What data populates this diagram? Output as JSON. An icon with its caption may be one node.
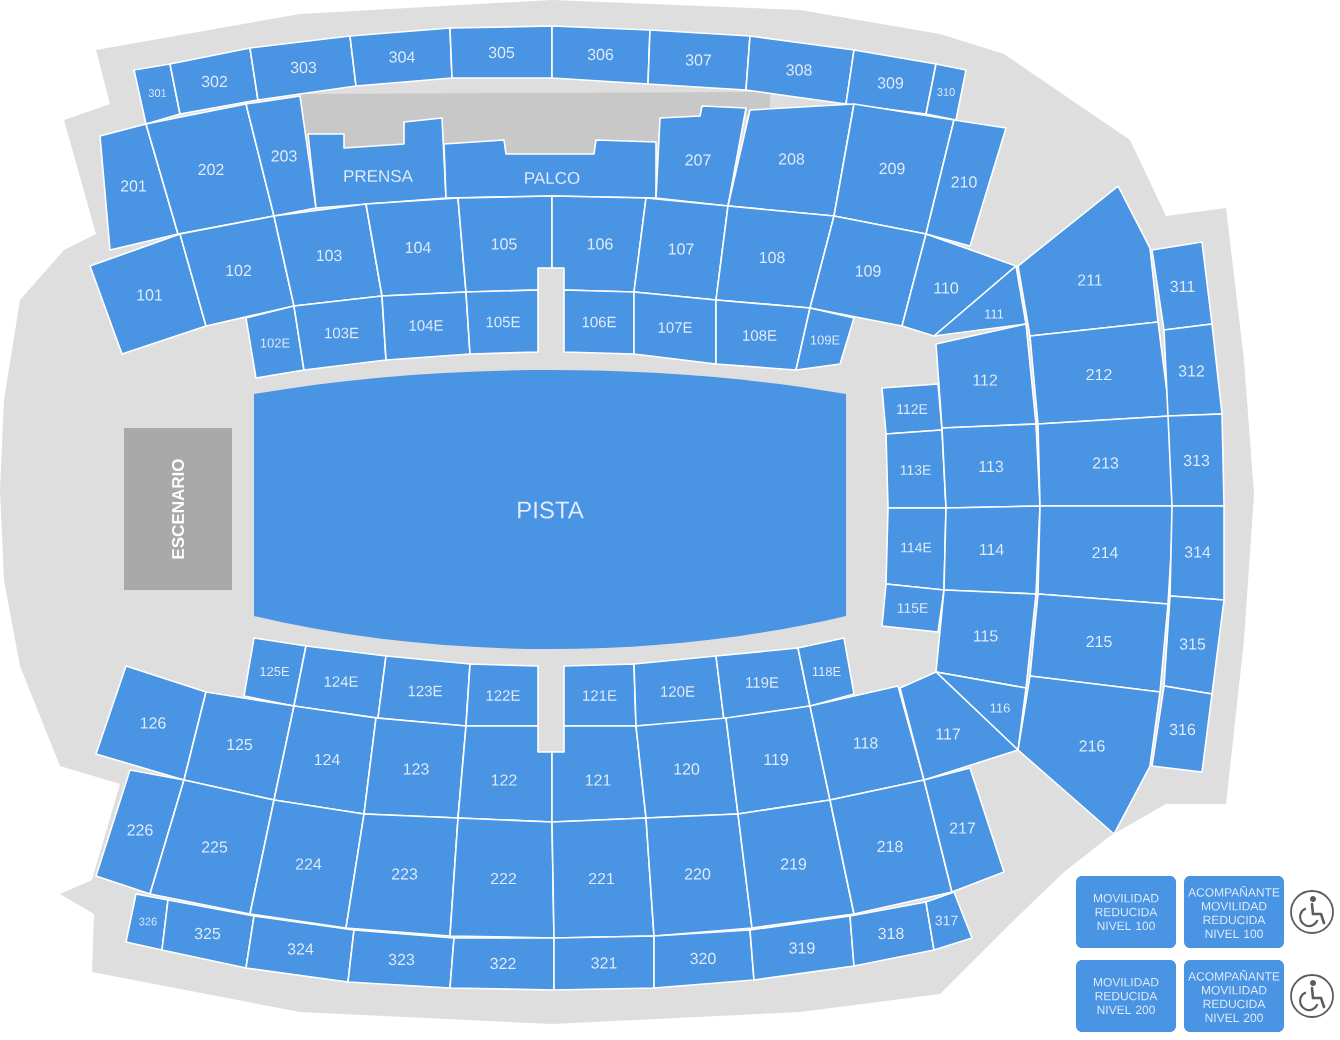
{
  "diagram": {
    "nodes": [
      {
        "text": [
          "301"
        ]
      },
      {
        "text": [
          "302"
        ]
      },
      {
        "text": [
          "303"
        ]
      },
      {
        "text": [
          "304"
        ]
      },
      {
        "text": [
          "305"
        ]
      },
      {
        "text": [
          "306"
        ]
      },
      {
        "text": [
          "307"
        ]
      },
      {
        "text": [
          "308"
        ]
      },
      {
        "text": [
          "309"
        ]
      },
      {
        "text": [
          "310"
        ]
      },
      {
        "text": [
          "201"
        ]
      },
      {
        "text": [
          "202"
        ]
      },
      {
        "text": [
          "203"
        ]
      },
      {
        "text": [
          "PRENSA"
        ]
      },
      {
        "text": [
          "PALCO"
        ]
      },
      {
        "text": [
          "207"
        ]
      },
      {
        "text": [
          "208"
        ]
      },
      {
        "text": [
          "209"
        ]
      },
      {
        "text": [
          "210"
        ]
      },
      {
        "text": [
          "101"
        ]
      },
      {
        "text": [
          "102"
        ]
      },
      {
        "text": [
          "103"
        ]
      },
      {
        "text": [
          "104"
        ]
      },
      {
        "text": [
          "105"
        ]
      },
      {
        "text": [
          "106"
        ]
      },
      {
        "text": [
          "107"
        ]
      },
      {
        "text": [
          "108"
        ]
      },
      {
        "text": [
          "109"
        ]
      },
      {
        "text": [
          "110"
        ]
      },
      {
        "text": [
          "111"
        ]
      },
      {
        "text": [
          "211"
        ]
      },
      {
        "text": [
          "311"
        ]
      },
      {
        "text": [
          "102E"
        ]
      },
      {
        "text": [
          "103E"
        ]
      },
      {
        "text": [
          "104E"
        ]
      },
      {
        "text": [
          "105E"
        ]
      },
      {
        "text": [
          "106E"
        ]
      },
      {
        "text": [
          "107E"
        ]
      },
      {
        "text": [
          "108E"
        ]
      },
      {
        "text": [
          "109E"
        ]
      },
      {
        "text": [
          "112E"
        ]
      },
      {
        "text": [
          "112"
        ]
      },
      {
        "text": [
          "212"
        ]
      },
      {
        "text": [
          "312"
        ]
      },
      {
        "text": [
          "ESCENARIO"
        ]
      },
      {
        "text": [
          "PISTA"
        ]
      },
      {
        "text": [
          "113E"
        ]
      },
      {
        "text": [
          "113"
        ]
      },
      {
        "text": [
          "213"
        ]
      },
      {
        "text": [
          "313"
        ]
      },
      {
        "text": [
          "114E"
        ]
      },
      {
        "text": [
          "114"
        ]
      },
      {
        "text": [
          "214"
        ]
      },
      {
        "text": [
          "314"
        ]
      },
      {
        "text": [
          "115E"
        ]
      },
      {
        "text": [
          "115"
        ]
      },
      {
        "text": [
          "215"
        ]
      },
      {
        "text": [
          "315"
        ]
      },
      {
        "text": [
          "116"
        ]
      },
      {
        "text": [
          "216"
        ]
      },
      {
        "text": [
          "316"
        ]
      },
      {
        "text": [
          "125E"
        ]
      },
      {
        "text": [
          "124E"
        ]
      },
      {
        "text": [
          "123E"
        ]
      },
      {
        "text": [
          "122E"
        ]
      },
      {
        "text": [
          "121E"
        ]
      },
      {
        "text": [
          "120E"
        ]
      },
      {
        "text": [
          "119E"
        ]
      },
      {
        "text": [
          "118E"
        ]
      },
      {
        "text": [
          "126"
        ]
      },
      {
        "text": [
          "125"
        ]
      },
      {
        "text": [
          "124"
        ]
      },
      {
        "text": [
          "123"
        ]
      },
      {
        "text": [
          "122"
        ]
      },
      {
        "text": [
          "121"
        ]
      },
      {
        "text": [
          "120"
        ]
      },
      {
        "text": [
          "119"
        ]
      },
      {
        "text": [
          "118"
        ]
      },
      {
        "text": [
          "117"
        ]
      },
      {
        "text": [
          "226"
        ]
      },
      {
        "text": [
          "225"
        ]
      },
      {
        "text": [
          "224"
        ]
      },
      {
        "text": [
          "223"
        ]
      },
      {
        "text": [
          "222"
        ]
      },
      {
        "text": [
          "221"
        ]
      },
      {
        "text": [
          "220"
        ]
      },
      {
        "text": [
          "219"
        ]
      },
      {
        "text": [
          "218"
        ]
      },
      {
        "text": [
          "217"
        ]
      },
      {
        "text": [
          "326"
        ]
      },
      {
        "text": [
          "325"
        ]
      },
      {
        "text": [
          "324"
        ]
      },
      {
        "text": [
          "323"
        ]
      },
      {
        "text": [
          "322"
        ]
      },
      {
        "text": [
          "321"
        ]
      },
      {
        "text": [
          "320"
        ]
      },
      {
        "text": [
          "319"
        ]
      },
      {
        "text": [
          "318"
        ]
      },
      {
        "text": [
          "317"
        ]
      },
      {
        "text": [
          "MOVILIDAD REDUCIDA NIVEL 100"
        ]
      },
      {
        "text": [
          "ACOMPAÑANTE MOVILIDAD REDUCIDA NIVEL 100"
        ]
      },
      {
        "text": [
          "MOVILIDAD REDUCIDA NIVEL 200"
        ]
      },
      {
        "text": [
          "ACOMPAÑANTE MOVILIDAD REDUCIDA NIVEL 200"
        ]
      }
    ]
  }
}
